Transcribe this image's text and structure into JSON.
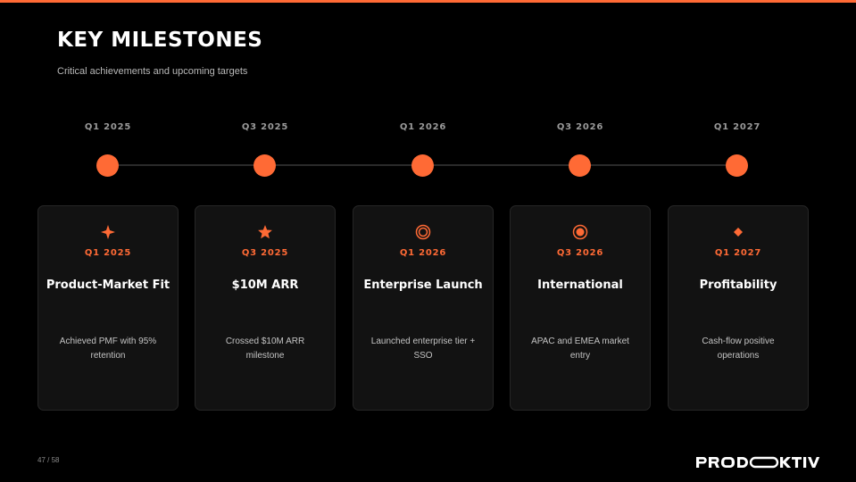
{
  "header": {
    "title": "KEY MILESTONES",
    "subtitle": "Critical achievements and upcoming targets"
  },
  "timeline": [
    "Q1 2025",
    "Q3 2025",
    "Q1 2026",
    "Q3 2026",
    "Q1 2027"
  ],
  "milestones": [
    {
      "icon": "sparkle-icon",
      "date": "Q1 2025",
      "name": "Product-Market Fit",
      "desc": "Achieved PMF with 95% retention"
    },
    {
      "icon": "star-icon",
      "date": "Q3 2025",
      "name": "$10M ARR",
      "desc": "Crossed $10M ARR milestone"
    },
    {
      "icon": "target-icon",
      "date": "Q1 2026",
      "name": "Enterprise Launch",
      "desc": "Launched enterprise tier + SSO"
    },
    {
      "icon": "radio-button-icon",
      "date": "Q3 2026",
      "name": "International",
      "desc": "APAC and EMEA market entry"
    },
    {
      "icon": "diamond-icon",
      "date": "Q1 2027",
      "name": "Profitability",
      "desc": "Cash-flow positive operations"
    }
  ],
  "footer": {
    "page": "47 / 58",
    "logo": "PRODOKTIV"
  },
  "colors": {
    "accent": "#ff6a35",
    "background": "#000000",
    "card": "#121212"
  }
}
